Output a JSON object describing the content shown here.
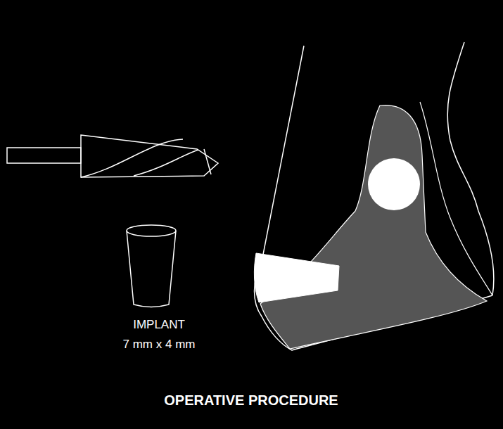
{
  "diagram": {
    "caption": "OPERATIVE PROCEDURE",
    "labels": [
      "IMPLANT",
      "7 mm x 4 mm"
    ]
  }
}
